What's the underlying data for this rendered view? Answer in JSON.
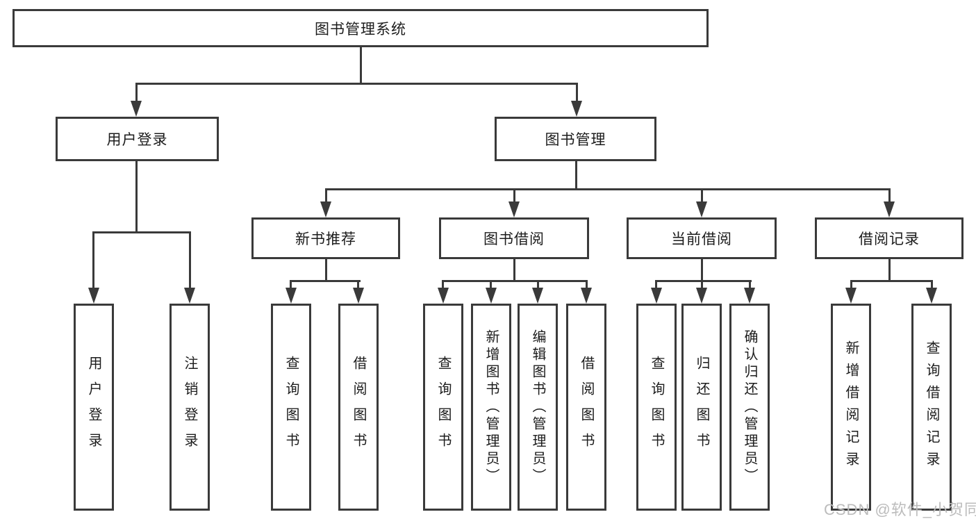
{
  "diagram": {
    "nodes": {
      "root": "图书管理系统",
      "user_login": "用户登录",
      "book_mgmt": "图书管理",
      "new_book_rec": "新书推荐",
      "book_borrow": "图书借阅",
      "current_borrow": "当前借阅",
      "borrow_records": "借阅记录"
    },
    "leaves": {
      "user_login": [
        "用户登录",
        "注销登录"
      ],
      "new_book_rec": [
        "查询图书",
        "借阅图书"
      ],
      "book_borrow": [
        "查询图书",
        "新增图书（管理员）",
        "编辑图书（管理员）",
        "借阅图书"
      ],
      "current_borrow": [
        "查询图书",
        "归还图书",
        "确认归还（管理员）"
      ],
      "borrow_records": [
        "新增借阅记录",
        "查询借阅记录"
      ]
    },
    "watermark": "CSDN @软件_小贺同学",
    "colors": {
      "line": "#3a3a3a",
      "text": "#1c1c1c",
      "watermark": "#bcbcbc",
      "background": "#ffffff"
    }
  }
}
